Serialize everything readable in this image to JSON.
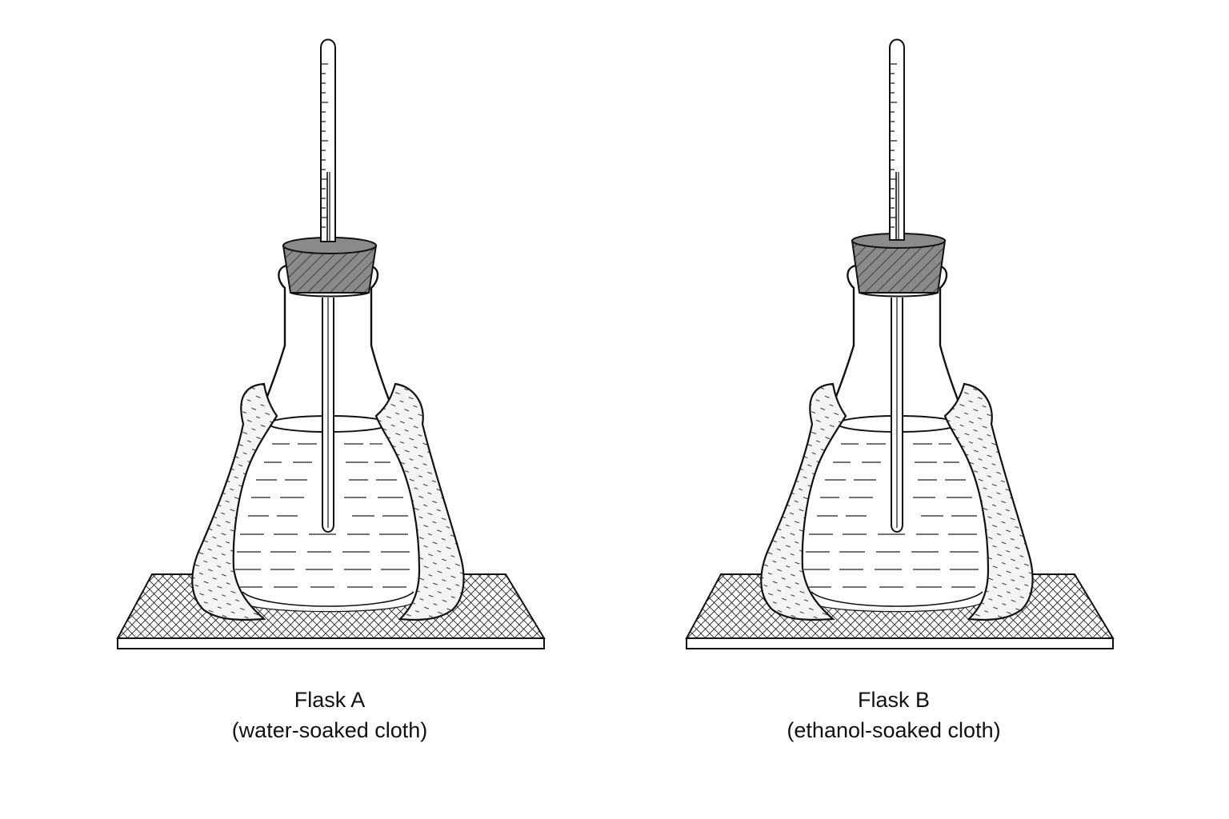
{
  "colors": {
    "line": "#111111",
    "stopper": "#8a8a8a",
    "glass": "#ffffff",
    "cloth": "#f4f4f4"
  },
  "icons": [
    "thermometer-icon",
    "rubber-stopper-icon",
    "erlenmeyer-flask-icon",
    "cloth-icon",
    "wire-gauze-icon"
  ],
  "flasks": [
    {
      "name": "Flask A",
      "description": "(water-soaked cloth)"
    },
    {
      "name": "Flask B",
      "description": "(ethanol-soaked cloth)"
    }
  ]
}
